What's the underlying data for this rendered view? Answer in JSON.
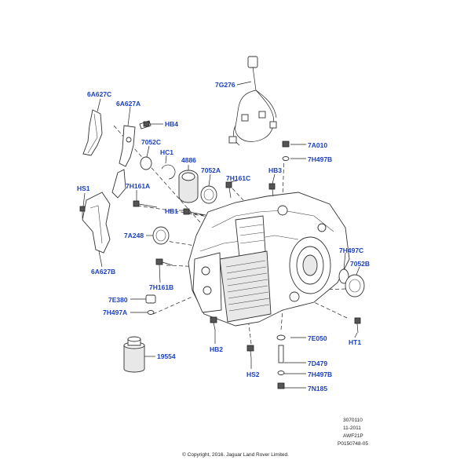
{
  "callouts": {
    "c_6A627C": "6A627C",
    "c_6A627A": "6A627A",
    "c_HB4": "HB4",
    "c_7G276": "7G276",
    "c_7052C": "7052C",
    "c_HC1": "HC1",
    "c_4886": "4886",
    "c_7052A": "7052A",
    "c_7H161C": "7H161C",
    "c_HB3": "HB3",
    "c_7A010": "7A010",
    "c_7H497B_top": "7H497B",
    "c_HS1": "HS1",
    "c_7H161A": "7H161A",
    "c_HB1": "HB1",
    "c_7A248": "7A248",
    "c_6A627B": "6A627B",
    "c_7H161B": "7H161B",
    "c_7H497C": "7H497C",
    "c_7052B": "7052B",
    "c_7E380": "7E380",
    "c_7H497A": "7H497A",
    "c_7E050": "7E050",
    "c_HT1": "HT1",
    "c_HB2": "HB2",
    "c_19554": "19554",
    "c_7D479": "7D479",
    "c_HS2": "HS2",
    "c_7H497B_bottom": "7H497B",
    "c_7N185": "7N185"
  },
  "meta": {
    "ref_number": "3070110",
    "date": "11-2011",
    "code": "AWF21P",
    "part_id": "P0150748-05",
    "copyright": "© Copyright, 2016. Jaguar Land Rover Limited."
  },
  "colors": {
    "callout_text": "#1a3fbf",
    "line_art": "#333333",
    "background": "#ffffff"
  }
}
